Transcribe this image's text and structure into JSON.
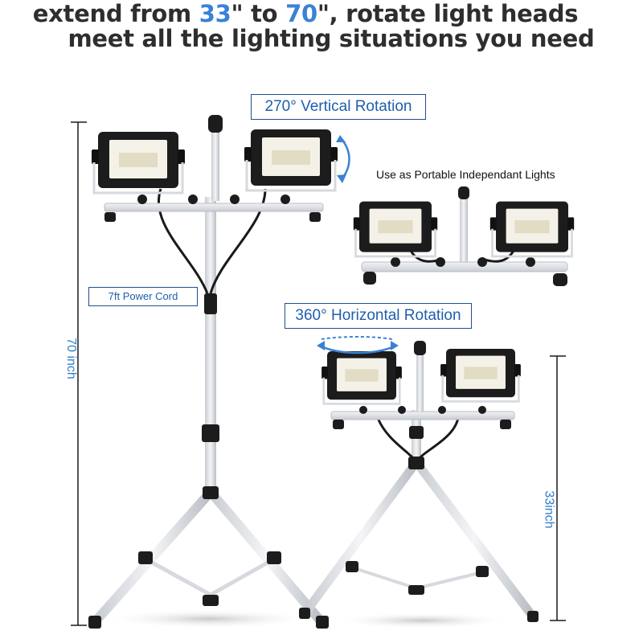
{
  "headline": {
    "line1_a": "extend from ",
    "line1_b": "33",
    "line1_c": "\" to ",
    "line1_d": "70",
    "line1_e": "\", rotate light heads",
    "line2": "meet all the lighting situations you need"
  },
  "callouts": {
    "vertical_rotation": "270° Vertical Rotation",
    "power_cord": "7ft Power Cord",
    "horizontal_rotation": "360° Horizontal Rotation",
    "portable": "Use as Portable Independant Lights"
  },
  "dimensions": {
    "tall": "70 inch",
    "short": "33inch"
  },
  "colors": {
    "accent": "#3a82d6",
    "callout_border": "#1f4e8c",
    "pole": "#e6e8ec",
    "lamp_body": "#1c1c1c",
    "led_panel": "#f4f2e8"
  }
}
